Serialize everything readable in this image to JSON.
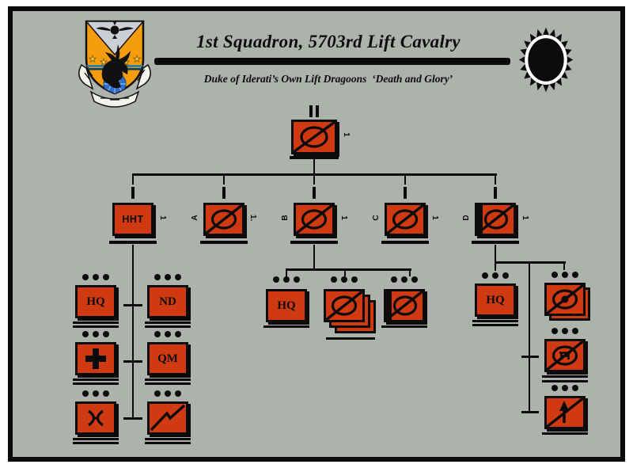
{
  "header": {
    "title": "1st Squadron, 5703rd Lift Cavalry",
    "subtitle": "Duke of Iderati’s Own Lift Dragoons  ‘Death and Glory’",
    "crest_icon": "regimental-crest",
    "sun_icon": "black-sun-emblem"
  },
  "colors": {
    "background": "#adb2ad",
    "unit_fill": "#d03a12",
    "line": "#0b0b0b",
    "crest_shield": "#f59d0e"
  },
  "squadron": {
    "echelon": "II",
    "right_label": "1",
    "symbol": "lift-cavalry"
  },
  "troops": {
    "hht": {
      "label": "HHT",
      "echelon": "I",
      "right_label": "1"
    },
    "a": {
      "left_label": "A",
      "echelon": "I",
      "right_label": "1."
    },
    "b": {
      "left_label": "B",
      "echelon": "I",
      "right_label": "1"
    },
    "c": {
      "left_label": "C",
      "echelon": "I",
      "right_label": "1"
    },
    "d": {
      "left_label": "D",
      "echelon": "I",
      "right_label": "1"
    }
  },
  "hht_group": {
    "hq": "HQ",
    "nd": "ND",
    "qm": "QM",
    "symbol_units": [
      "medical-cross",
      "maintenance-wrench",
      "supply-zigzag"
    ],
    "platoon_dot_count": 3
  },
  "b_group": {
    "hq": "HQ",
    "units": [
      "lift-cavalry-stack-x3",
      "lift-cavalry-heavy"
    ],
    "platoon_dot_count": 3
  },
  "d_group": {
    "hq": "HQ",
    "units": [
      "lift-cavalry-dot-stack-x2",
      "lift-cavalry-support",
      "slash-arrow"
    ],
    "platoon_dot_count": 3
  }
}
